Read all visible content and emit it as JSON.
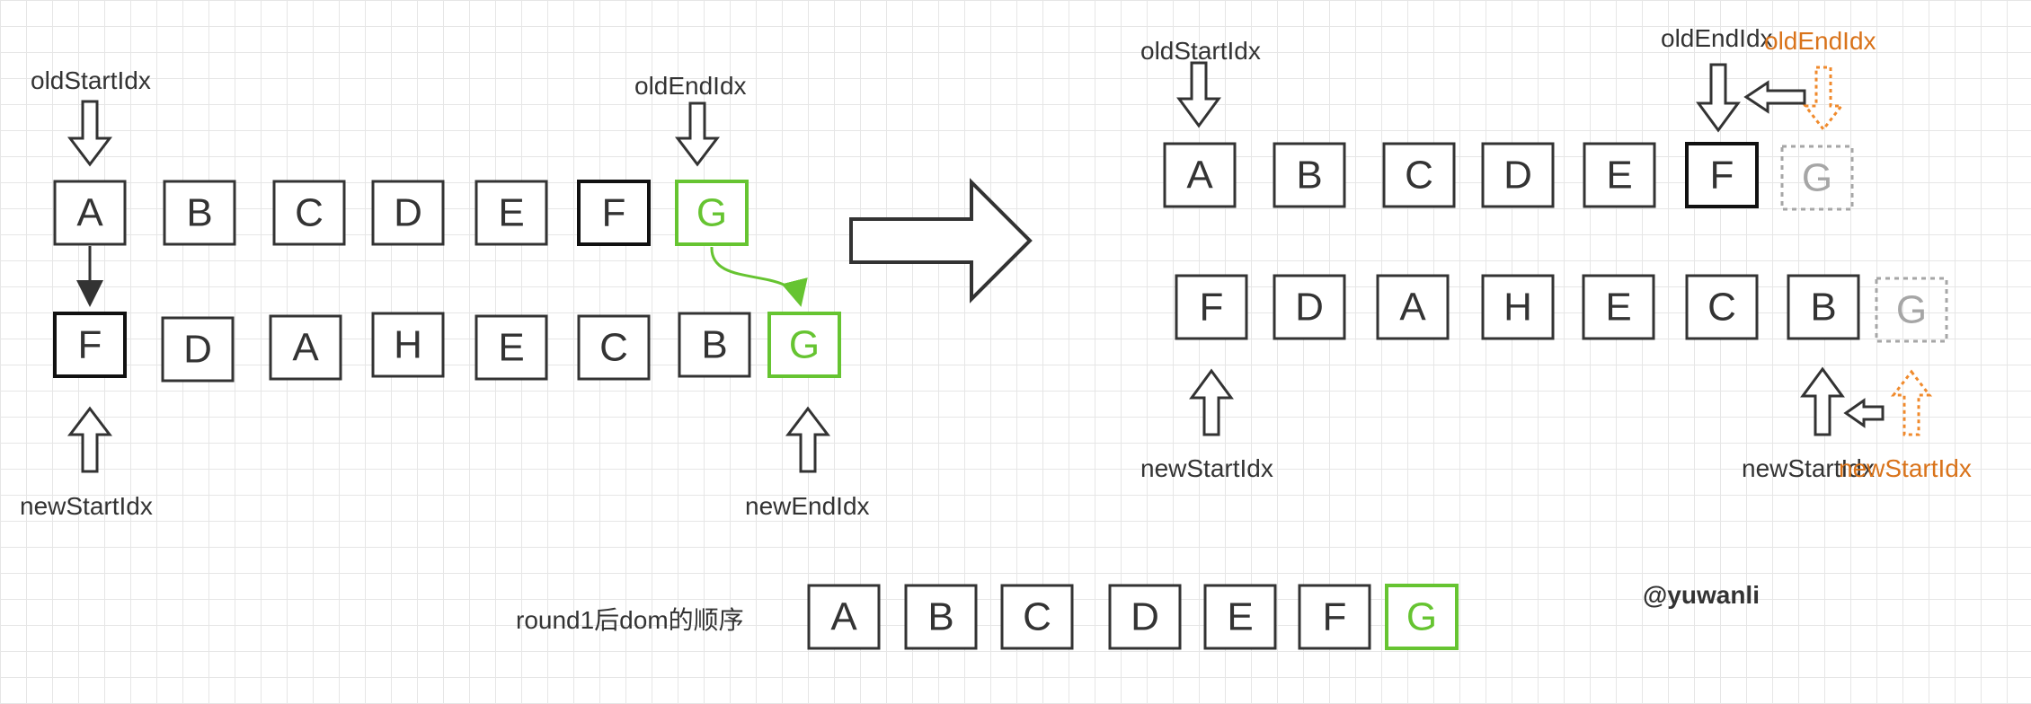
{
  "colors": {
    "green": "#66c431",
    "orange": "#d9731a",
    "ghost": "#a6a6a6",
    "ink": "#333333"
  },
  "left": {
    "old_nodes": [
      "A",
      "B",
      "C",
      "D",
      "E",
      "F",
      "G"
    ],
    "new_nodes": [
      "F",
      "D",
      "A",
      "H",
      "E",
      "C",
      "B",
      "G"
    ],
    "labels": {
      "old_start": "oldStartIdx",
      "old_end": "oldEndIdx",
      "new_start": "newStartIdx",
      "new_end": "newEndIdx"
    }
  },
  "right": {
    "old_nodes": [
      "A",
      "B",
      "C",
      "D",
      "E",
      "F",
      "G"
    ],
    "new_nodes": [
      "F",
      "D",
      "A",
      "H",
      "E",
      "C",
      "B",
      "G"
    ],
    "labels": {
      "old_start": "oldStartIdx",
      "old_end": "oldEndIdx",
      "old_end_prev": "oldEndIdx",
      "new_start": "newStartIdx",
      "new_start_moved": "newStartIdx",
      "new_start_prev": "newStartIdx"
    }
  },
  "footer": {
    "caption": "round1后dom的顺序",
    "nodes": [
      "A",
      "B",
      "C",
      "D",
      "E",
      "F",
      "G"
    ],
    "author": "@yuwanli"
  }
}
